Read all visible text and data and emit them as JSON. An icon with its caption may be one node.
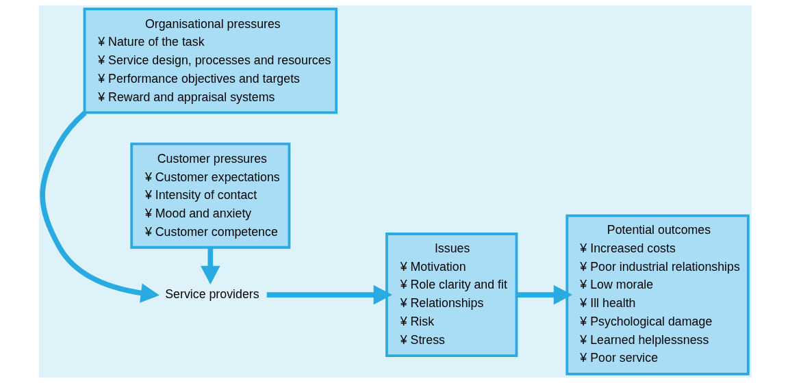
{
  "diagram": {
    "nodes": [
      {
        "text": [
          "Organisational pressures",
          "¥ Nature of the task",
          "¥ Service design, processes and resources",
          "¥ Performance objectives and targets",
          "¥ Reward and appraisal systems"
        ]
      },
      {
        "text": [
          "Service providers"
        ]
      },
      {
        "text": [
          "Customer pressures",
          "¥ Customer expectations",
          "¥ Intensity of contact",
          "¥ Mood and anxiety",
          "¥ Customer competence"
        ]
      },
      {
        "text": [
          "Issues",
          "¥ Motivation",
          "¥ Role clarity and fit",
          "¥ Relationships",
          "¥ Risk",
          "¥ Stress"
        ]
      },
      {
        "text": [
          "Potential outcomes",
          "¥ Increased costs",
          "¥ Poor industrial relationships",
          "¥ Low morale",
          "¥ Ill health",
          "¥ Psychological damage",
          "¥ Learned helplessness",
          "¥ Poor service"
        ]
      }
    ],
    "edges": [
      {
        "from": 0,
        "to": 1,
        "arrow": "to"
      },
      {
        "from": 2,
        "to": 1,
        "arrow": "to"
      },
      {
        "from": 1,
        "to": 3,
        "arrow": "to"
      },
      {
        "from": 3,
        "to": 4,
        "arrow": "to"
      }
    ]
  }
}
